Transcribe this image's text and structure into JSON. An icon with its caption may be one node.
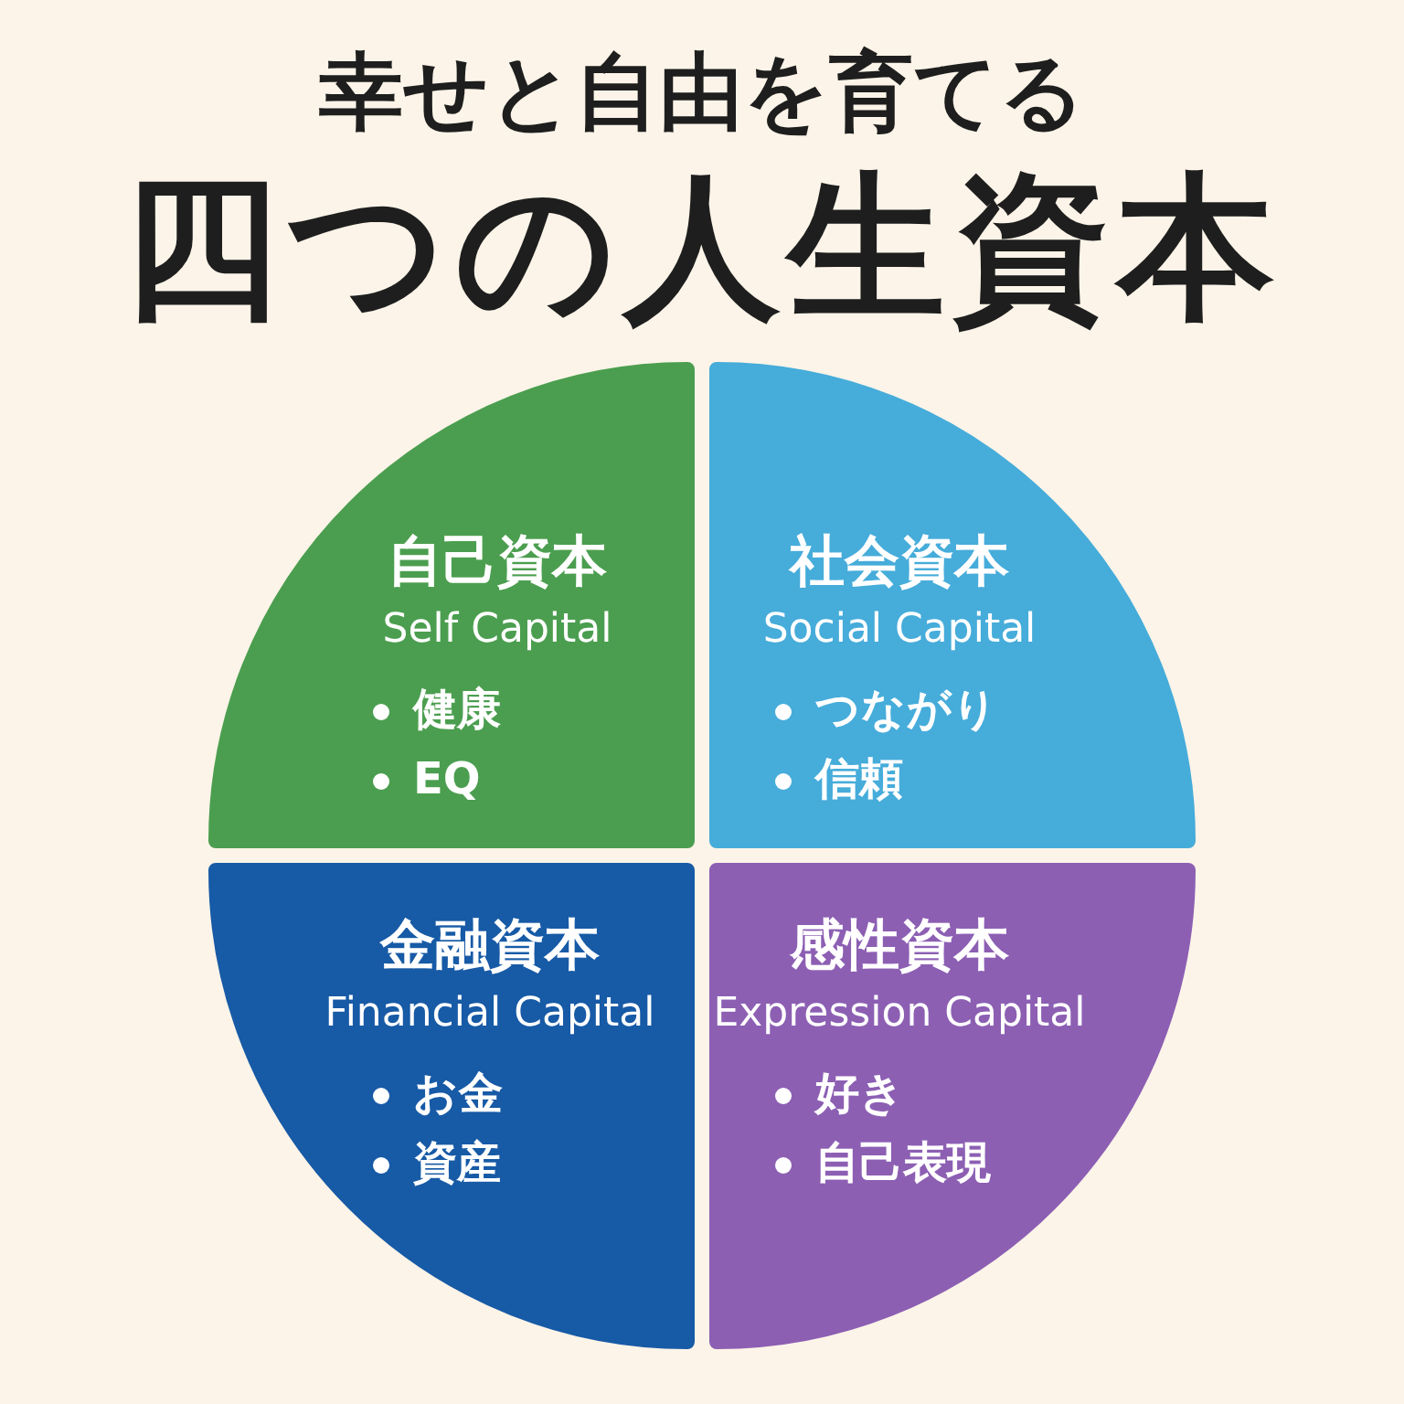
{
  "diagram": {
    "title": "幸せと自由を育てる",
    "nodes": [
      {
        "text": [
          "自己資本",
          "Self Capital",
          "健康",
          "EQ"
        ]
      },
      {
        "text": [
          "社会資本",
          "Social Capital",
          "つながり",
          "信頼"
        ]
      },
      {
        "text": [
          "金融資本",
          "Financial Capital",
          "お金",
          "資産"
        ]
      },
      {
        "text": [
          "感性資本",
          "Expression Capital",
          "好き",
          "自己表現"
        ]
      }
    ],
    "labels": [
      "四つの人生資本"
    ]
  }
}
